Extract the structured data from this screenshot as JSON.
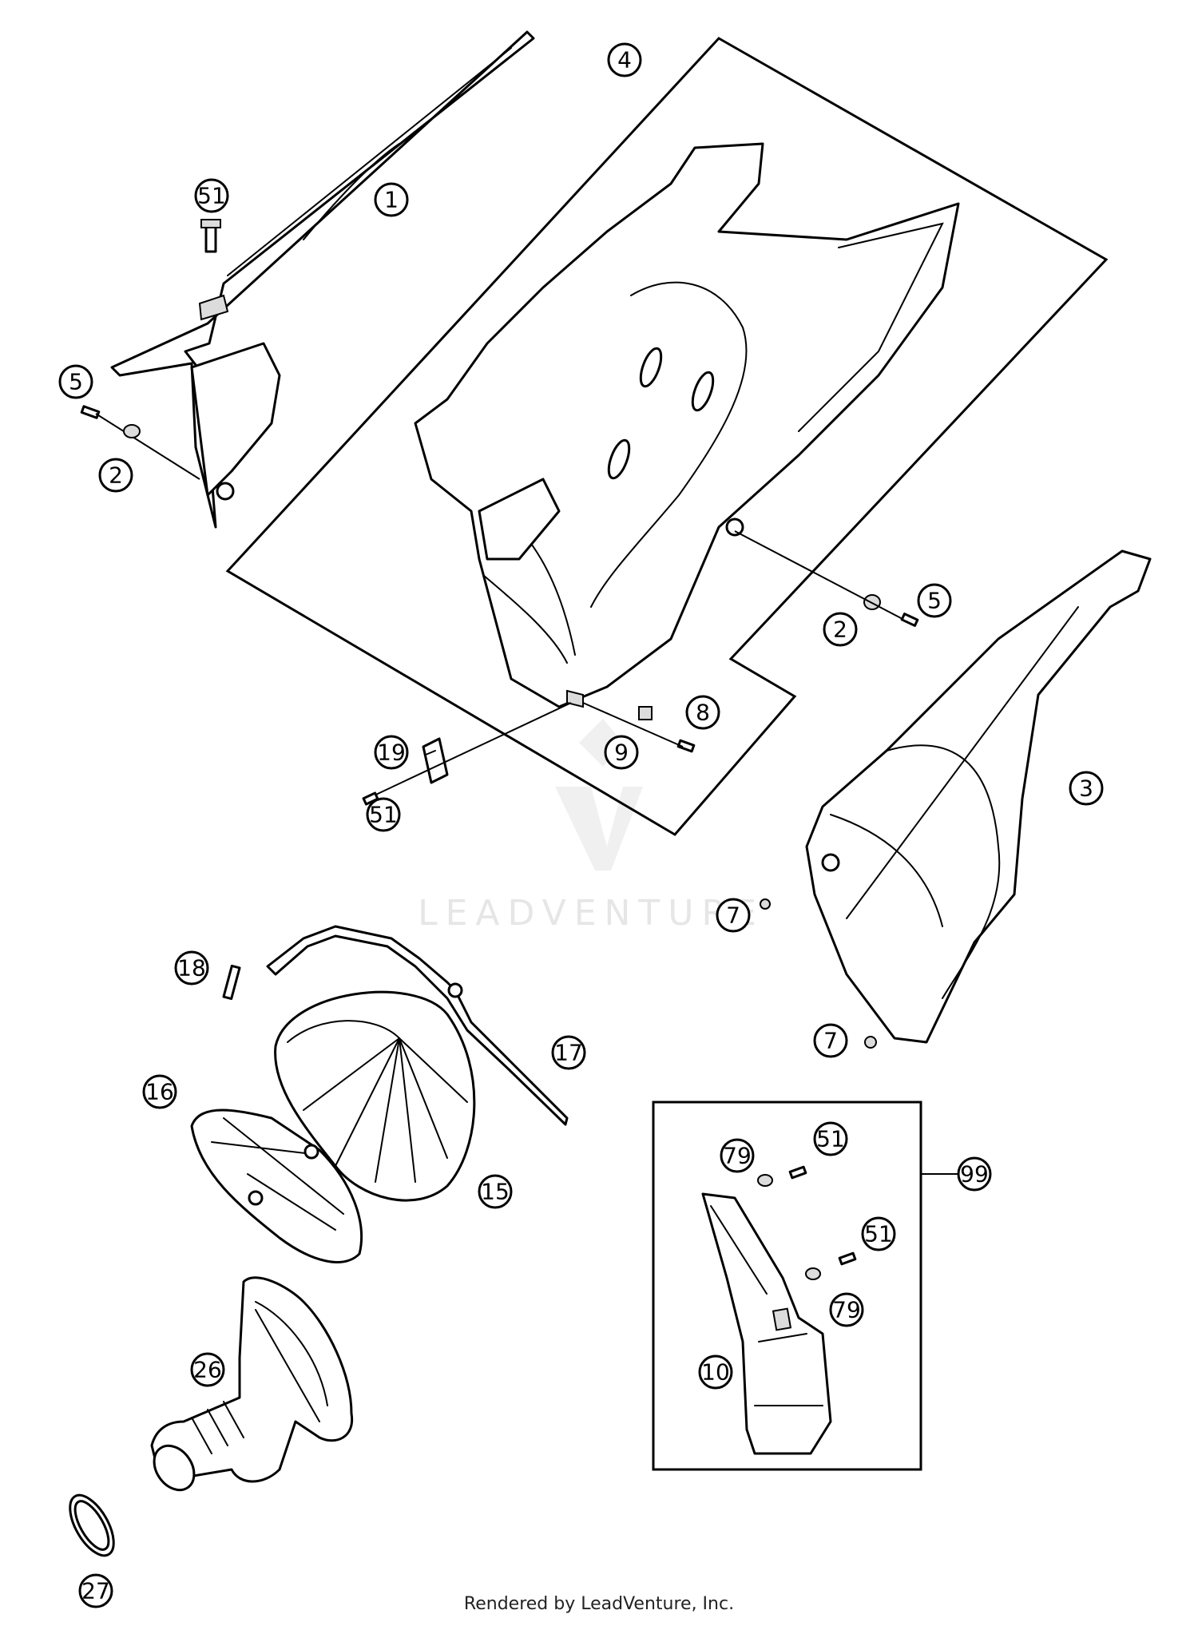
{
  "watermark": {
    "text": "LEADVENTURE"
  },
  "footer": {
    "text": "Rendered by LeadVenture, Inc."
  },
  "callouts": [
    "1",
    "2",
    "2",
    "3",
    "4",
    "5",
    "5",
    "7",
    "7",
    "8",
    "9",
    "10",
    "15",
    "16",
    "17",
    "18",
    "19",
    "26",
    "27",
    "51",
    "51",
    "51",
    "51",
    "79",
    "79",
    "99"
  ]
}
